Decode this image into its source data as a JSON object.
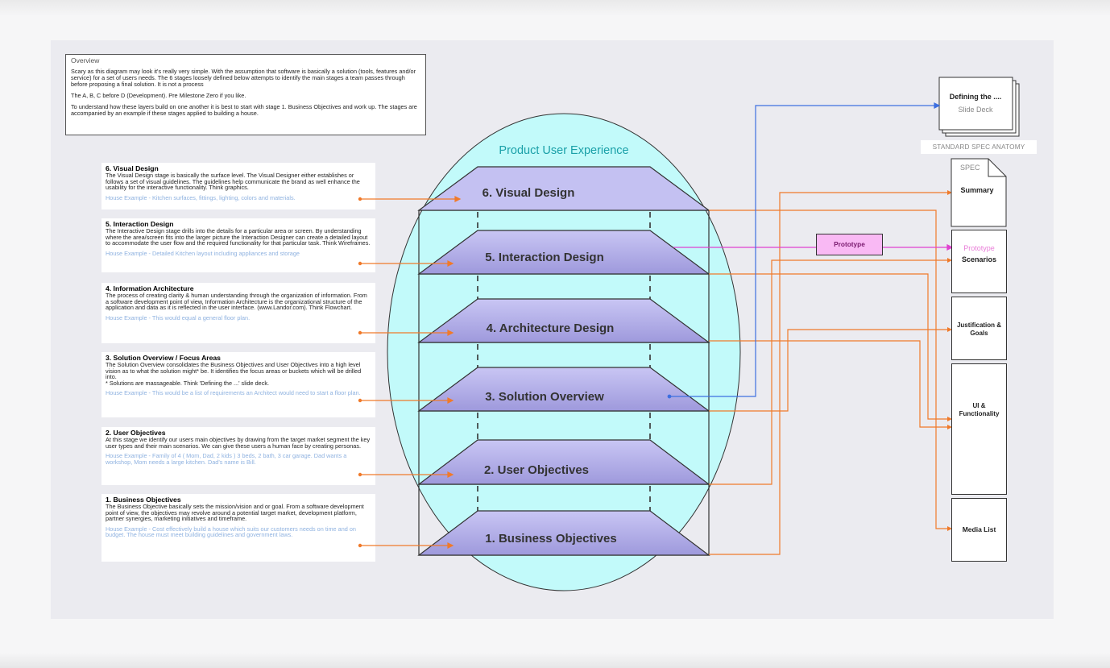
{
  "overview": {
    "title": "Overview",
    "p1": "Scary as this diagram may look it's really very simple. With the assumption that software is basically a solution (tools, features and/or service) for a set of users needs. The 6 stages loosely defined below attempts to identify the main stages a team passes through before proposing a final solution. It is not a process",
    "p2": "The A, B, C before D (Development). Pre Milestone Zero if you like.",
    "p3": "To understand how these layers build on one another it is best to start with stage 1. Business Objectives and work up. The stages are accompanied by an example if these stages applied to building a house."
  },
  "stages": [
    {
      "title": "6. Visual Design",
      "body": "The Visual Design stage is basically the surface level. The Visual Designer either establishes or follows a set of visual guidelines. The guidelines help communicate the brand as well enhance the usability for the interactive functionality. Think graphics.",
      "example": "House Example - Kitchen surfaces, fittings, lighting, colors and materials."
    },
    {
      "title": "5. Interaction Design",
      "body": "The Interactive Design stage drills into the details for a particular area or screen. By understanding where the area/screen fits into the larger picture the Interaction Designer can create a detailed layout to accommodate the user flow and the required functionality for that particular task. Think Wireframes.",
      "example": "House Example - Detailed Kitchen layout including appliances and storage"
    },
    {
      "title": "4. Information Architecture",
      "body": "The process of creating clarity & human understanding through the organization of information. From a software development point of view, Information Architecture is the organizational structure of the application and data as it is reflected in the user interface. (www.Landor.com). Think Flowchart.",
      "example": "House Example - This would equal a general floor plan."
    },
    {
      "title": "3. Solution Overview / Focus Areas",
      "body": "The Solution Overview consolidates the Business Objectives and User Objectives into a high level vision as to what the solution might* be. It identifies the focus areas or buckets which will be drilled into.\n* Solutions are massageable. Think 'Defining the ...' slide deck.",
      "example": "House Example - This would be a list of requirements an Architect would need to start a floor plan."
    },
    {
      "title": "2. User Objectives",
      "body": "At this stage we identify our users main objectives by drawing from the target market segment the key user types and their main scenarios. We can give these users a human face by creating personas.",
      "example": "House Example - Family of 4 ( Mom, Dad, 2 kids ) 3 beds, 2 bath, 3 car garage. Dad wants a workshop, Mom needs a large kitchen. Dad's name is Bill."
    },
    {
      "title": "1. Business Objectives",
      "body": "The Business Objective basically sets the mission/vision and or goal. From a software development point of view, the objectives may revolve around a potential target market, development platform, partner synergies, marketing initiatives and timeframe.",
      "example": "House Example - Cost effectively build a house which suits our customers needs on time and on budget. The house must meet building guidelines and government laws."
    }
  ],
  "pux_title": "Product User Experience",
  "layers": [
    "6. Visual Design",
    "5. Interaction Design",
    "4. Architecture Design",
    "3. Solution Overview",
    "2. User Objectives",
    "1. Business Objectives"
  ],
  "slide_deck": {
    "title": "Defining the ....",
    "sub": "Slide Deck"
  },
  "anatomy_label": "STANDARD SPEC ANATOMY",
  "spec": {
    "label": "SPEC",
    "summary": "Summary",
    "prototype": "Prototype",
    "scenarios": "Scenarios",
    "justification": "Justification & Goals",
    "ui": "UI & Functionality",
    "media": "Media List"
  },
  "prototype_box": "Prototype",
  "colors": {
    "accent_orange": "#f07a2a",
    "link_blue": "#3d6fe0",
    "prototype_magenta": "#e040d0",
    "ellipse_fill": "#c2fafa",
    "layer_fill": "#b4b0ea"
  }
}
